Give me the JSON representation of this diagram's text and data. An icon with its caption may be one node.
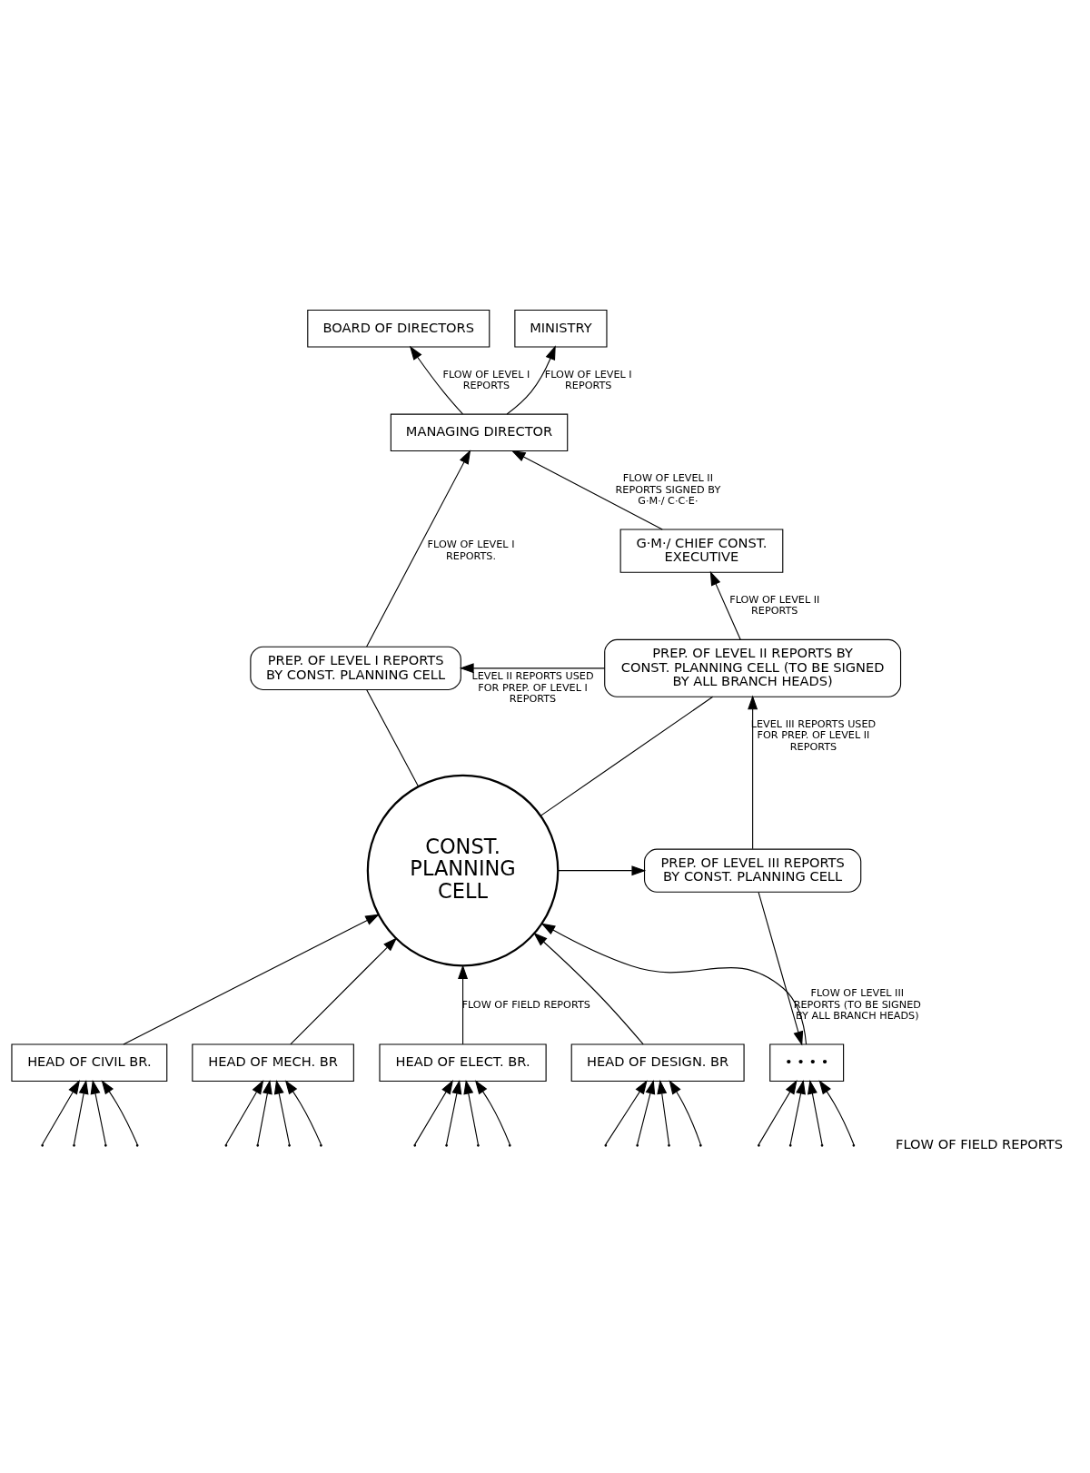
{
  "diagram": {
    "nodes": [
      {
        "text": [
          "BOARD OF DIRECTORS"
        ]
      },
      {
        "text": [
          "MINISTRY"
        ]
      },
      {
        "text": [
          "MANAGING DIRECTOR"
        ]
      },
      {
        "text": [
          "G·M·/ CHIEF CONST. EXECUTIVE"
        ]
      },
      {
        "text": [
          "PREP. OF LEVEL I REPORTS BY CONST. PLANNING CELL"
        ]
      },
      {
        "text": [
          "PREP. OF LEVEL II REPORTS BY CONST. PLANNING CELL (TO BE SIGNED BY ALL BRANCH HEADS)"
        ]
      },
      {
        "text": [
          "CONST. PLANNING CELL"
        ]
      },
      {
        "text": [
          "PREP. OF LEVEL III REPORTS BY CONST. PLANNING CELL"
        ]
      },
      {
        "text": [
          "HEAD OF CIVIL BR."
        ]
      },
      {
        "text": [
          "HEAD OF MECH. BR"
        ]
      },
      {
        "text": [
          "HEAD OF ELECT. BR."
        ]
      },
      {
        "text": [
          "HEAD OF DESIGN. BR"
        ]
      },
      {
        "text": [
          "• • • •"
        ]
      }
    ],
    "edges": [
      {
        "from": 2,
        "to": 0,
        "arrow": "to",
        "label": "FLOW OF LEVEL I REPORTS"
      },
      {
        "from": 2,
        "to": 1,
        "arrow": "to",
        "label": "FLOW OF LEVEL I REPORTS"
      },
      {
        "from": 4,
        "to": 2,
        "arrow": "to",
        "label": "FLOW OF LEVEL I REPORTS."
      },
      {
        "from": 3,
        "to": 2,
        "arrow": "to",
        "label": "FLOW OF LEVEL II REPORTS SIGNED BY G·M·/ C·C·E·"
      },
      {
        "from": 5,
        "to": 3,
        "arrow": "to",
        "label": "FLOW OF LEVEL II REPORTS"
      },
      {
        "from": 5,
        "to": 4,
        "arrow": "to",
        "label": "LEVEL II REPORTS USED FOR PREP. OF LEVEL I REPORTS"
      },
      {
        "from": 6,
        "to": 4,
        "arrow": "none"
      },
      {
        "from": 6,
        "to": 5,
        "arrow": "none"
      },
      {
        "from": 6,
        "to": 7,
        "arrow": "to"
      },
      {
        "from": 7,
        "to": 5,
        "arrow": "to",
        "label": "LEVEL III REPORTS USED FOR PREP. OF LEVEL II REPORTS"
      },
      {
        "from": 7,
        "to": 12,
        "arrow": "to",
        "label": "FLOW OF LEVEL III REPORTS (TO BE SIGNED BY ALL BRANCH HEADS)"
      },
      {
        "from": 8,
        "to": 6,
        "arrow": "to"
      },
      {
        "from": 9,
        "to": 6,
        "arrow": "to"
      },
      {
        "from": 10,
        "to": 6,
        "arrow": "to",
        "label": "FLOW OF FIELD REPORTS"
      },
      {
        "from": 11,
        "to": 6,
        "arrow": "to"
      },
      {
        "from": 12,
        "to": 6,
        "arrow": "to"
      },
      {
        "from": null,
        "to": 8,
        "arrow": "to"
      },
      {
        "from": null,
        "to": 8,
        "arrow": "to"
      },
      {
        "from": null,
        "to": 8,
        "arrow": "to"
      },
      {
        "from": null,
        "to": 8,
        "arrow": "to"
      },
      {
        "from": null,
        "to": 9,
        "arrow": "to"
      },
      {
        "from": null,
        "to": 9,
        "arrow": "to"
      },
      {
        "from": null,
        "to": 9,
        "arrow": "to"
      },
      {
        "from": null,
        "to": 9,
        "arrow": "to"
      },
      {
        "from": null,
        "to": 10,
        "arrow": "to"
      },
      {
        "from": null,
        "to": 10,
        "arrow": "to"
      },
      {
        "from": null,
        "to": 10,
        "arrow": "to"
      },
      {
        "from": null,
        "to": 10,
        "arrow": "to"
      },
      {
        "from": null,
        "to": 11,
        "arrow": "to"
      },
      {
        "from": null,
        "to": 11,
        "arrow": "to"
      },
      {
        "from": null,
        "to": 11,
        "arrow": "to"
      },
      {
        "from": null,
        "to": 11,
        "arrow": "to"
      },
      {
        "from": null,
        "to": 12,
        "arrow": "to"
      },
      {
        "from": null,
        "to": 12,
        "arrow": "to"
      },
      {
        "from": null,
        "to": 12,
        "arrow": "to"
      },
      {
        "from": null,
        "to": 12,
        "arrow": "to"
      }
    ],
    "labels": [
      "FLOW OF FIELD REPORTS"
    ]
  }
}
